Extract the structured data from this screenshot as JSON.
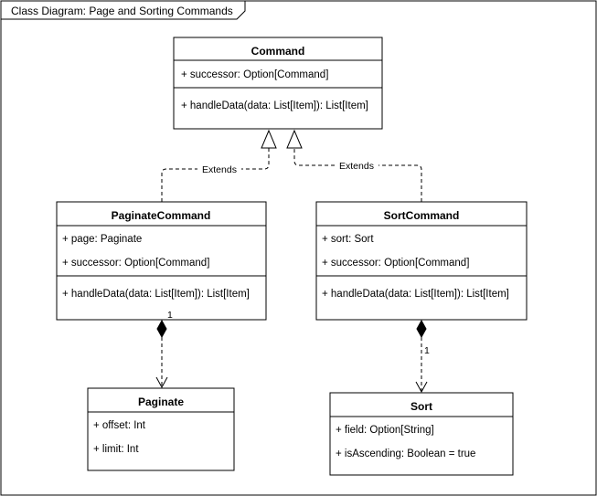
{
  "frame": {
    "title": "Class Diagram: Page and Sorting Commands"
  },
  "classes": {
    "command": {
      "name": "Command",
      "attributes": [
        "+ successor: Option[Command]"
      ],
      "methods": [
        "+ handleData(data: List[Item]): List[Item]"
      ]
    },
    "paginate_command": {
      "name": "PaginateCommand",
      "attributes": [
        "+ page: Paginate",
        "+ successor: Option[Command]"
      ],
      "methods": [
        "+ handleData(data: List[Item]): List[Item]"
      ]
    },
    "sort_command": {
      "name": "SortCommand",
      "attributes": [
        "+ sort: Sort",
        "+ successor: Option[Command]"
      ],
      "methods": [
        "+ handleData(data: List[Item]): List[Item]"
      ]
    },
    "paginate": {
      "name": "Paginate",
      "attributes": [
        "+ offset: Int",
        "+ limit: Int"
      ]
    },
    "sort": {
      "name": "Sort",
      "attributes": [
        "+ field: Option[String]",
        "+ isAscending: Boolean = true"
      ]
    }
  },
  "relations": {
    "paginate_extends": {
      "label": "Extends",
      "from": "PaginateCommand",
      "to": "Command"
    },
    "sort_extends": {
      "label": "Extends",
      "from": "SortCommand",
      "to": "Command"
    },
    "paginate_composition": {
      "from": "PaginateCommand",
      "to": "Paginate",
      "multiplicity": "1"
    },
    "sort_composition": {
      "from": "SortCommand",
      "to": "Sort",
      "multiplicity": "1"
    }
  }
}
